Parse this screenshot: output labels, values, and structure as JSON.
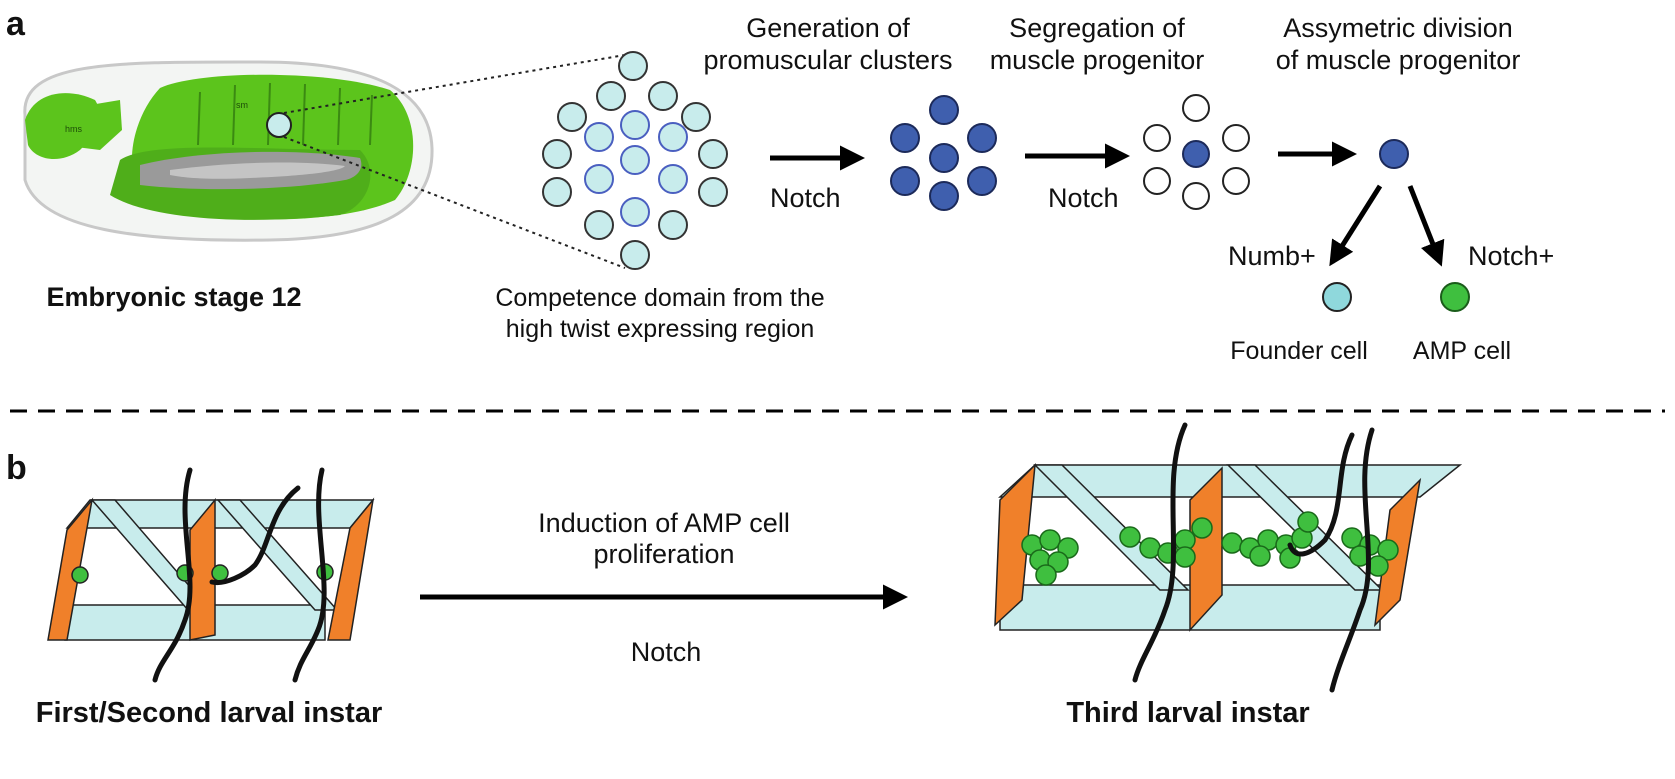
{
  "panels": {
    "a": "a",
    "b": "b"
  },
  "panel_a": {
    "embryo_caption": "Embryonic stage 12",
    "embryo_marks": {
      "left": "hms",
      "right": "sm"
    },
    "competence_caption": [
      "Competence domain from the",
      "high twist expressing region"
    ],
    "step1_title": [
      "Generation of",
      "promuscular clusters"
    ],
    "step2_title": [
      "Segregation of",
      "muscle progenitor"
    ],
    "step3_title": [
      "Assymetric division",
      "of muscle progenitor"
    ],
    "arrow1_label": "Notch",
    "arrow2_label": "Notch",
    "branch_left_label": "Numb+",
    "branch_right_label": "Notch+",
    "founder_label": "Founder cell",
    "amp_label": "AMP cell"
  },
  "panel_b": {
    "left_caption": "First/Second larval instar",
    "right_caption": "Third larval instar",
    "arrow_label": [
      "Induction of AMP cell",
      "proliferation"
    ],
    "arrow_sublabel": "Notch"
  },
  "colors": {
    "embryo_green": "#5cc41c",
    "competence_cell": "#c8ecec",
    "cluster_cell": "#3f5fae",
    "founder_cell": "#8fd8dc",
    "amp_cell": "#3fbf3f",
    "muscle_panel": "#c8ecec",
    "segment_edge": "#f0802a"
  }
}
